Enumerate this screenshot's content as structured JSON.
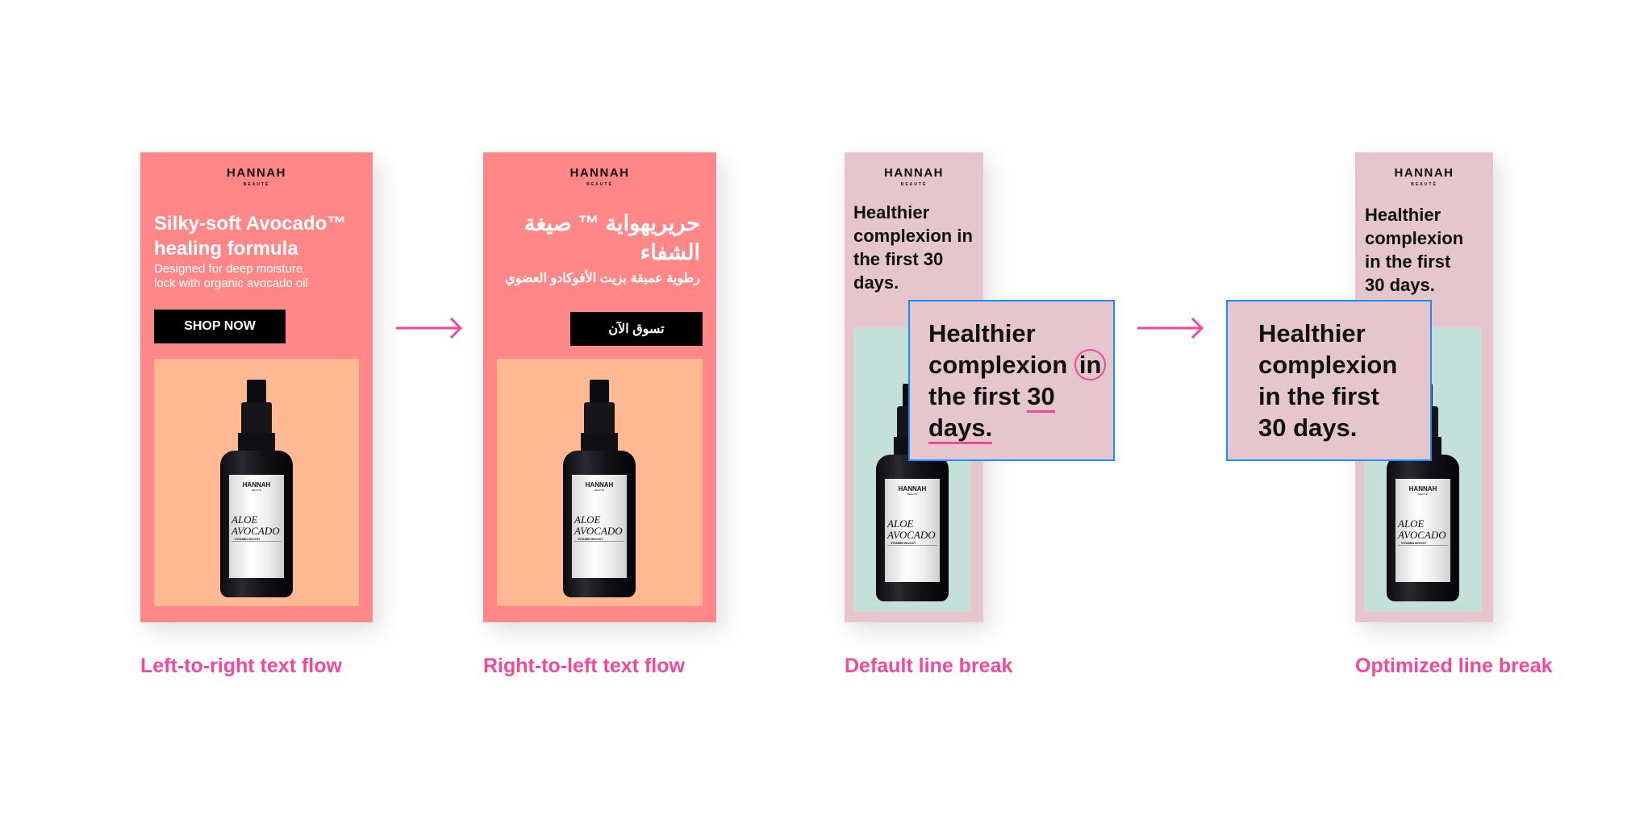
{
  "brand": {
    "name": "HANNAH",
    "sub": "BEAUTÉ"
  },
  "product": {
    "name_line1": "ALOE",
    "name_line2": "AVOCADO",
    "tagline": "VITAMIN BOOST"
  },
  "colors": {
    "pink_ad": "#ff8787",
    "peach_panel": "#ffb992",
    "rose_ad": "#e5c6cc",
    "mint_panel": "#c5e0d8",
    "accent": "#f2479d",
    "highlight_border": "#1a8cff"
  },
  "examples": [
    {
      "caption": "Left-to-right text flow",
      "headline": "Silky-soft Avocado™ healing formula",
      "subtitle_line1": "Designed for deep moisture",
      "subtitle_line2": "lock with organic avocado oil",
      "button": "SHOP NOW"
    },
    {
      "caption": "Right-to-left text flow",
      "headline": "حريريهواية ™ صيغة الشفاء",
      "subtitle": "رطوية عميقة بزيت الأفوكادو العضوي",
      "button": "تسوق الآن"
    },
    {
      "caption": "Default line break",
      "headline_lines": [
        "Healthier",
        "complexion in",
        "the first 30",
        "days."
      ],
      "callout_lines": {
        "l1": "Healthier",
        "l2a": "complexion ",
        "l2b": "in",
        "l3a": "the first ",
        "l3b": "30",
        "l4": "days."
      }
    },
    {
      "caption": "Optimized line break",
      "headline_lines": [
        "Healthier",
        "complexion",
        "in the first",
        "30 days."
      ]
    }
  ]
}
